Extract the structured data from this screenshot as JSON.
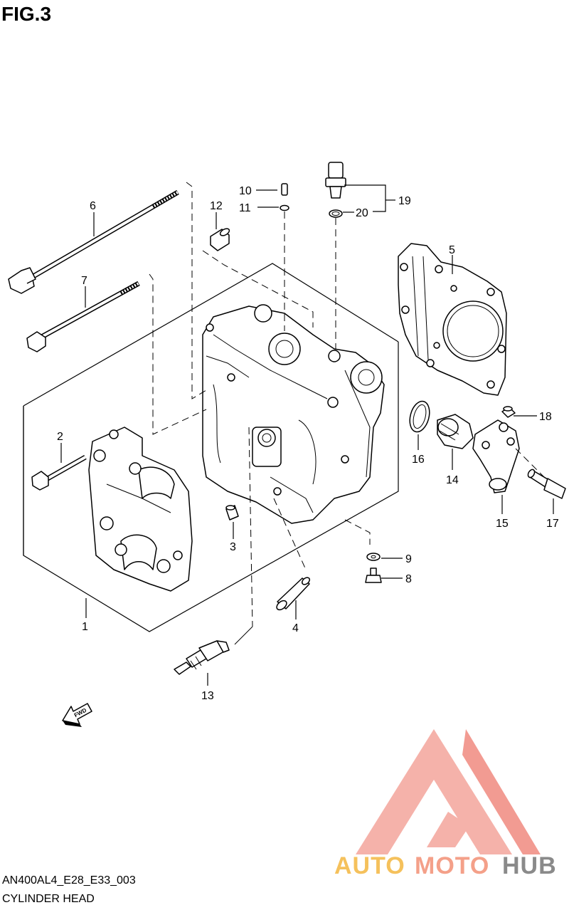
{
  "figure": {
    "title": "FIG.3"
  },
  "footer": {
    "code": "AN400AL4_E28_E33_003",
    "name": "CYLINDER HEAD"
  },
  "fwd_arrow": {
    "label": "FWD"
  },
  "callouts": [
    "1",
    "2",
    "3",
    "4",
    "5",
    "6",
    "7",
    "8",
    "9",
    "10",
    "11",
    "12",
    "13",
    "14",
    "15",
    "16",
    "17",
    "18",
    "19",
    "20"
  ],
  "watermark": {
    "part1": "AUTO",
    "part2": "MOTO",
    "part3": "HUB",
    "colors": {
      "auto": "#f5c15c",
      "moto": "#f4a089",
      "hub": "#8a8a8a",
      "logo": "#f08a80"
    }
  }
}
